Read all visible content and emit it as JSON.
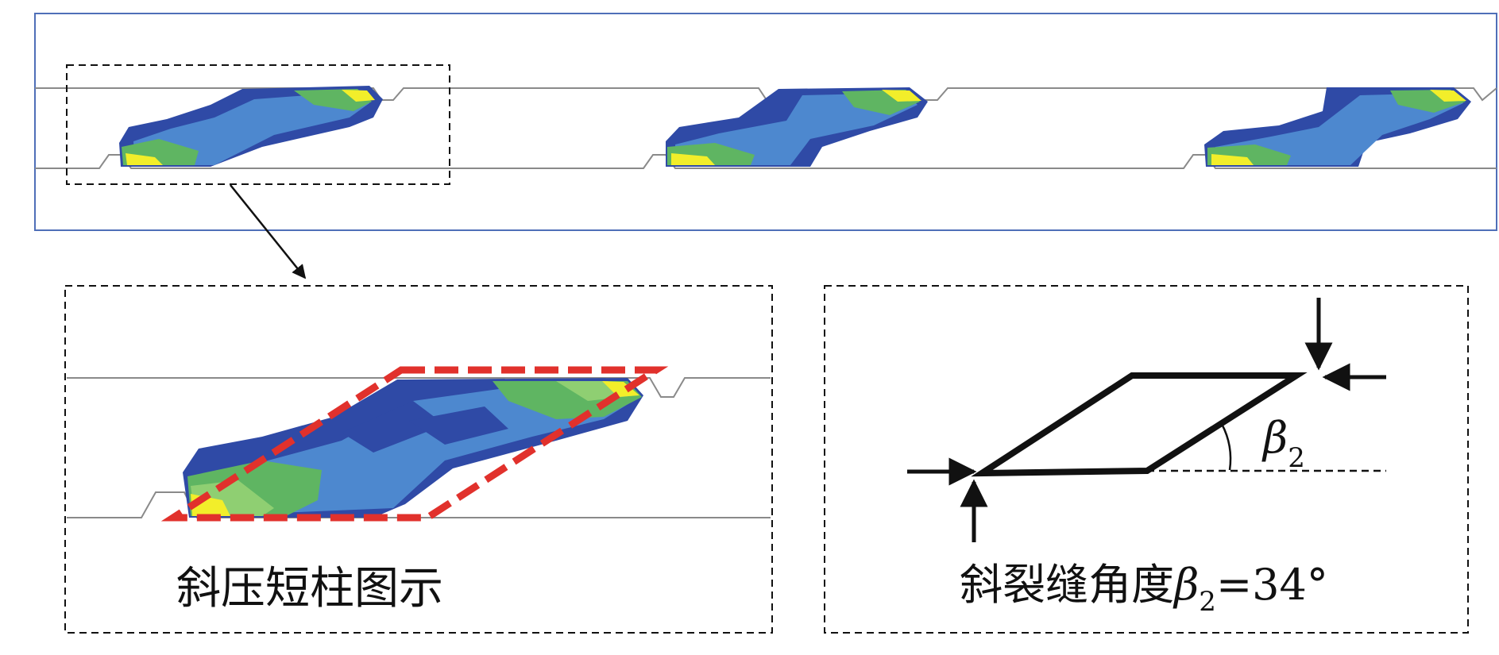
{
  "left_caption": "斜压短柱图示",
  "right_caption_prefix": "斜裂缝角度",
  "angle_symbol": "β",
  "angle_subscript": "2",
  "right_caption_value": "=34°",
  "colors": {
    "outline": "#4f6fb8",
    "dark_blue": "#2f4aa6",
    "mid_blue": "#4d88cf",
    "light_blue": "#5a9ad6",
    "green": "#5fb562",
    "light_green": "#8fcf72",
    "yellow": "#f2ee2a",
    "red_dash": "#e1312c",
    "line_gray": "#8a8a8a"
  }
}
